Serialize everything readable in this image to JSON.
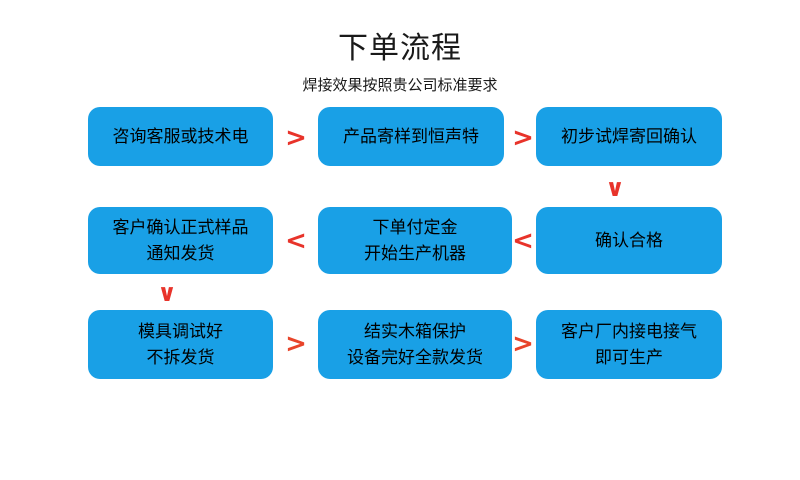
{
  "header": {
    "title": "下单流程",
    "subtitle": "焊接效果按照贵公司标准要求"
  },
  "colors": {
    "node_fill": "#19a0e6",
    "node_text": "#000000",
    "arrow_red": "#e8332a",
    "arrow_orange": "#e8442a",
    "background": "#ffffff",
    "title_text": "#1a1a1a"
  },
  "flow": {
    "rows": [
      {
        "id": "row-1",
        "direction": "left-to-right",
        "nodes": [
          {
            "id": "node-1",
            "lines": [
              "咨询客服或技术电"
            ]
          },
          {
            "id": "node-2",
            "lines": [
              "产品寄样到恒声特"
            ]
          },
          {
            "id": "node-3",
            "lines": [
              "初步试焊寄回确认"
            ]
          }
        ],
        "connectors": [
          {
            "id": "arrow-1",
            "glyph": ">",
            "meaning": "chevron-right"
          },
          {
            "id": "arrow-2",
            "glyph": ">",
            "meaning": "chevron-right"
          }
        ]
      },
      {
        "id": "row-2",
        "direction": "right-to-left",
        "nodes": [
          {
            "id": "node-6",
            "lines": [
              "客户确认正式样品",
              "通知发货"
            ]
          },
          {
            "id": "node-5",
            "lines": [
              "下单付定金",
              "开始生产机器"
            ]
          },
          {
            "id": "node-4",
            "lines": [
              "确认合格"
            ]
          }
        ],
        "connectors": [
          {
            "id": "arrow-4",
            "glyph": "<",
            "meaning": "chevron-left"
          },
          {
            "id": "arrow-5",
            "glyph": "<",
            "meaning": "chevron-left"
          }
        ]
      },
      {
        "id": "row-3",
        "direction": "left-to-right",
        "nodes": [
          {
            "id": "node-7",
            "lines": [
              "模具调试好",
              "不拆发货"
            ]
          },
          {
            "id": "node-8",
            "lines": [
              "结实木箱保护",
              "设备完好全款发货"
            ]
          },
          {
            "id": "node-9",
            "lines": [
              "客户厂内接电接气",
              "即可生产"
            ]
          }
        ],
        "connectors": [
          {
            "id": "arrow-7",
            "glyph": ">",
            "meaning": "chevron-right"
          },
          {
            "id": "arrow-8",
            "glyph": ">",
            "meaning": "chevron-right"
          }
        ]
      }
    ],
    "vertical_connectors": [
      {
        "id": "arrow-3",
        "glyph": "∨",
        "meaning": "chevron-down",
        "position": "right"
      },
      {
        "id": "arrow-6",
        "glyph": "∨",
        "meaning": "chevron-down",
        "position": "left"
      }
    ]
  }
}
